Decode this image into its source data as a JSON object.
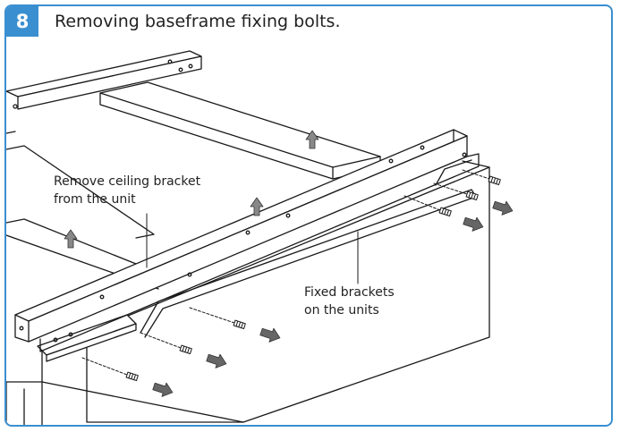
{
  "step": {
    "number": "8",
    "title": "Removing baseframe fixing bolts."
  },
  "callouts": {
    "ceiling_bracket": [
      "Remove ceiling bracket",
      "from the unit"
    ],
    "fixed_brackets": [
      "Fixed brackets",
      "on the units"
    ]
  },
  "colors": {
    "accent": "#3a8fd0",
    "line": "#1a1a1a"
  }
}
